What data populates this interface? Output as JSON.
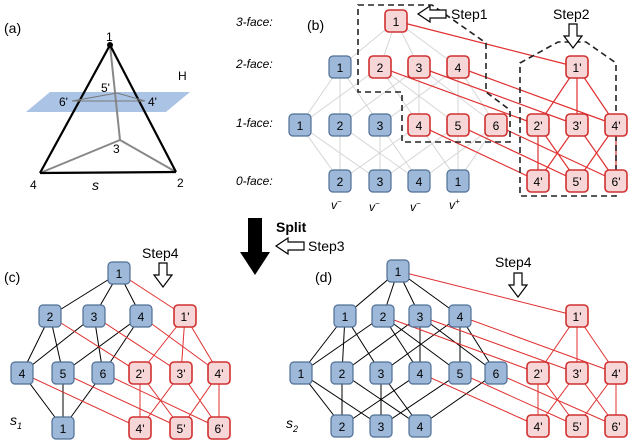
{
  "labels": {
    "a": "(a)",
    "b": "(b)",
    "c": "(c)",
    "d": "(d)",
    "face3": "3-face:",
    "face2": "2-face:",
    "face1": "1-face:",
    "face0": "0-face:",
    "step1": "Step1",
    "step2": "Step2",
    "step3": "Step3",
    "step4c": "Step4",
    "step4d": "Step4",
    "split": "Split",
    "H": "H",
    "s": "s",
    "s1": "s",
    "s1sub": "1",
    "s2": "s",
    "s2sub": "2",
    "v0": "v",
    "v0sup": "−",
    "v1": "v",
    "v1sup": "−",
    "v2": "v",
    "v2sup": "−",
    "v3": "v",
    "v3sup": "+"
  },
  "tetra": {
    "v1": "1",
    "v2": "2",
    "v3": "3",
    "v4": "4",
    "v5p": "5'",
    "v6p": "6'",
    "v4p": "4'"
  },
  "colors": {
    "blue_fill": "#9db8d9",
    "blue_stroke": "#4f6f95",
    "red_fill": "#f6d6d6",
    "red_stroke": "#d03030",
    "red_line": "#e03030",
    "plane": "#8fb0dc"
  },
  "graph_b": {
    "nodes": [
      {
        "id": "b3",
        "label": "1",
        "color": "red"
      },
      {
        "id": "b2a",
        "label": "1",
        "color": "blue"
      },
      {
        "id": "b2b",
        "label": "2",
        "color": "red"
      },
      {
        "id": "b2c",
        "label": "3",
        "color": "red"
      },
      {
        "id": "b2d",
        "label": "4",
        "color": "red"
      },
      {
        "id": "b1a",
        "label": "1",
        "color": "blue"
      },
      {
        "id": "b1b",
        "label": "2",
        "color": "blue"
      },
      {
        "id": "b1c",
        "label": "3",
        "color": "blue"
      },
      {
        "id": "b1d",
        "label": "4",
        "color": "red"
      },
      {
        "id": "b1e",
        "label": "5",
        "color": "red"
      },
      {
        "id": "b1f",
        "label": "6",
        "color": "red"
      },
      {
        "id": "b0a",
        "label": "2",
        "color": "blue"
      },
      {
        "id": "b0b",
        "label": "3",
        "color": "blue"
      },
      {
        "id": "b0c",
        "label": "4",
        "color": "blue"
      },
      {
        "id": "b0d",
        "label": "1",
        "color": "blue"
      },
      {
        "id": "bp1",
        "label": "1'",
        "color": "red"
      },
      {
        "id": "bp2",
        "label": "2'",
        "color": "red"
      },
      {
        "id": "bp3",
        "label": "3'",
        "color": "red"
      },
      {
        "id": "bp4",
        "label": "4'",
        "color": "red"
      },
      {
        "id": "bq4",
        "label": "4'",
        "color": "red"
      },
      {
        "id": "bq5",
        "label": "5'",
        "color": "red"
      },
      {
        "id": "bq6",
        "label": "6'",
        "color": "red"
      }
    ]
  },
  "graph_c": {
    "nodes": [
      {
        "id": "c3",
        "label": "1",
        "color": "blue"
      },
      {
        "id": "c2a",
        "label": "2",
        "color": "blue"
      },
      {
        "id": "c2b",
        "label": "3",
        "color": "blue"
      },
      {
        "id": "c2c",
        "label": "4",
        "color": "blue"
      },
      {
        "id": "c1a",
        "label": "4",
        "color": "blue"
      },
      {
        "id": "c1b",
        "label": "5",
        "color": "blue"
      },
      {
        "id": "c1c",
        "label": "6",
        "color": "blue"
      },
      {
        "id": "c0a",
        "label": "1",
        "color": "blue"
      },
      {
        "id": "cp1",
        "label": "1'",
        "color": "red"
      },
      {
        "id": "cp2",
        "label": "2'",
        "color": "red"
      },
      {
        "id": "cp3",
        "label": "3'",
        "color": "red"
      },
      {
        "id": "cp4",
        "label": "4'",
        "color": "red"
      },
      {
        "id": "cq4",
        "label": "4'",
        "color": "red"
      },
      {
        "id": "cq5",
        "label": "5'",
        "color": "red"
      },
      {
        "id": "cq6",
        "label": "6'",
        "color": "red"
      }
    ]
  },
  "graph_d": {
    "nodes": [
      {
        "id": "d3",
        "label": "1",
        "color": "blue"
      },
      {
        "id": "d2a",
        "label": "1",
        "color": "blue"
      },
      {
        "id": "d2b",
        "label": "2",
        "color": "blue"
      },
      {
        "id": "d2c",
        "label": "3",
        "color": "blue"
      },
      {
        "id": "d2d",
        "label": "4",
        "color": "blue"
      },
      {
        "id": "d1a",
        "label": "1",
        "color": "blue"
      },
      {
        "id": "d1b",
        "label": "2",
        "color": "blue"
      },
      {
        "id": "d1c",
        "label": "3",
        "color": "blue"
      },
      {
        "id": "d1d",
        "label": "4",
        "color": "blue"
      },
      {
        "id": "d1e",
        "label": "5",
        "color": "blue"
      },
      {
        "id": "d1f",
        "label": "6",
        "color": "blue"
      },
      {
        "id": "d0a",
        "label": "2",
        "color": "blue"
      },
      {
        "id": "d0b",
        "label": "3",
        "color": "blue"
      },
      {
        "id": "d0c",
        "label": "4",
        "color": "blue"
      },
      {
        "id": "dp1",
        "label": "1'",
        "color": "red"
      },
      {
        "id": "dp2",
        "label": "2'",
        "color": "red"
      },
      {
        "id": "dp3",
        "label": "3'",
        "color": "red"
      },
      {
        "id": "dp4",
        "label": "4'",
        "color": "red"
      },
      {
        "id": "dq4",
        "label": "4'",
        "color": "red"
      },
      {
        "id": "dq5",
        "label": "5'",
        "color": "red"
      },
      {
        "id": "dq6",
        "label": "6'",
        "color": "red"
      }
    ]
  }
}
